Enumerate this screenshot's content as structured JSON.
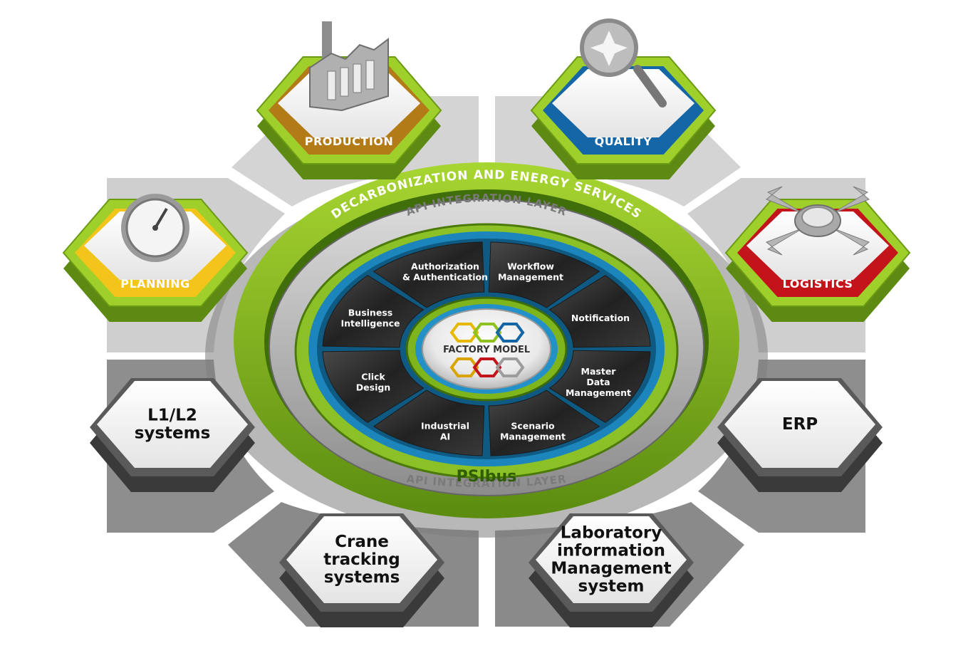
{
  "modules": [
    {
      "id": "planning",
      "label": "PLANNING",
      "color": "#f3c51a",
      "icon": "stopwatch-icon"
    },
    {
      "id": "production",
      "label": "PRODUCTION",
      "color": "#b37a18",
      "icon": "factory-icon"
    },
    {
      "id": "quality",
      "label": "QUALITY",
      "color": "#1466a6",
      "icon": "magnifier-icon"
    },
    {
      "id": "logistics",
      "label": "LOGISTICS",
      "color": "#c4141b",
      "icon": "directional-arrows-icon"
    }
  ],
  "rings": {
    "outer": "DECARBONIZATION AND ENERGY SERVICES",
    "api_top": "API INTEGRATION LAYER",
    "api_bottom": "API INTEGRATION LAYER",
    "bus": "PSIbus"
  },
  "core": {
    "label": "FACTORY MODEL"
  },
  "segments": [
    {
      "id": "auth",
      "lines": [
        "Authorization",
        "& Authentication"
      ]
    },
    {
      "id": "workflow",
      "lines": [
        "Workflow",
        "Management"
      ]
    },
    {
      "id": "notification",
      "lines": [
        "Notification"
      ]
    },
    {
      "id": "master-data",
      "lines": [
        "Master",
        "Data",
        "Management"
      ]
    },
    {
      "id": "scenario",
      "lines": [
        "Scenario",
        "Management"
      ]
    },
    {
      "id": "industrial-ai",
      "lines": [
        "Industrial",
        "AI"
      ]
    },
    {
      "id": "click-design",
      "lines": [
        "Click",
        "Design"
      ]
    },
    {
      "id": "bi",
      "lines": [
        "Business",
        "Intelligence"
      ]
    }
  ],
  "systems": [
    {
      "id": "l1l2",
      "lines": [
        "L1/L2",
        "systems"
      ]
    },
    {
      "id": "erp",
      "lines": [
        "ERP"
      ]
    },
    {
      "id": "crane",
      "lines": [
        "Crane",
        "tracking",
        "systems"
      ]
    },
    {
      "id": "lims",
      "lines": [
        "Laboratory",
        "information",
        "Management",
        "system"
      ]
    }
  ],
  "colors": {
    "green": "#8ec21f",
    "green_dark": "#5f8f12",
    "blue": "#1e8fc6",
    "gray_panel": "#d2d2d2",
    "dark_segment": "#2d2d2d"
  }
}
